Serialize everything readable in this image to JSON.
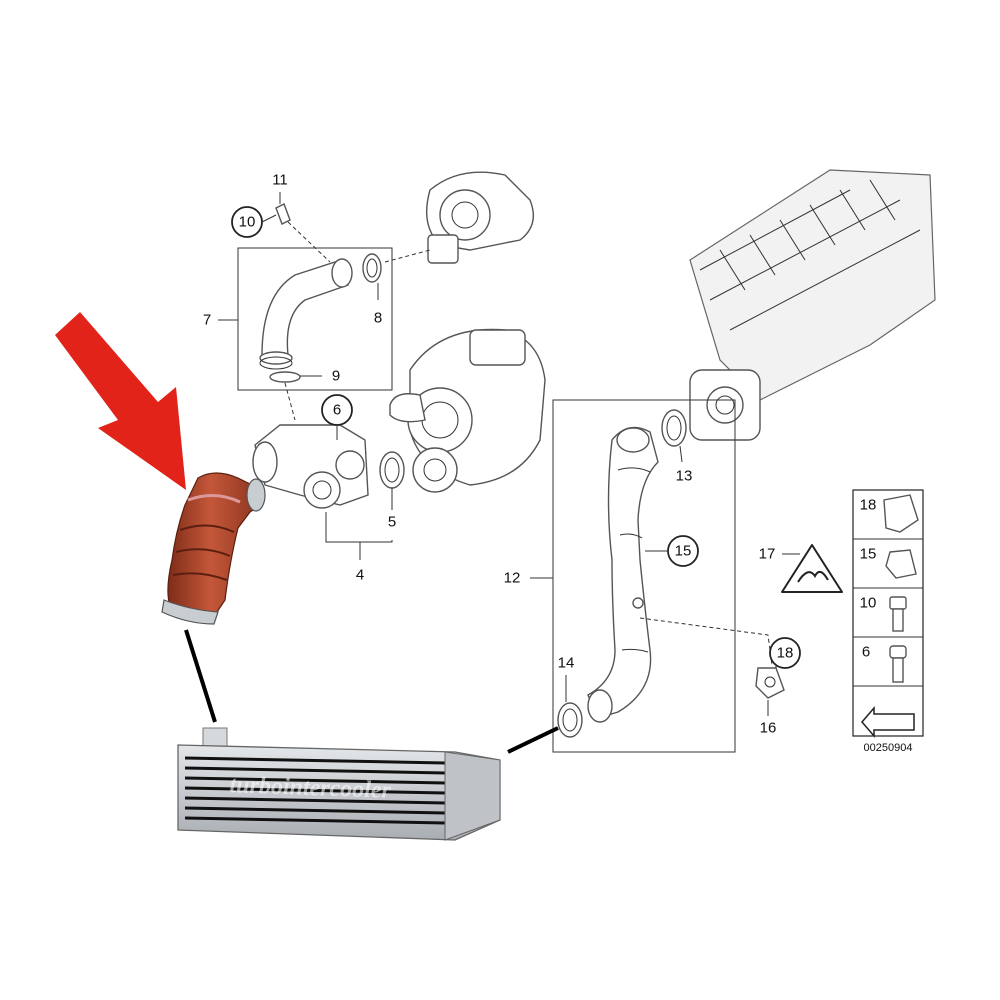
{
  "callouts": {
    "c4": "4",
    "c5": "5",
    "c6": "6",
    "c7": "7",
    "c8": "8",
    "c9": "9",
    "c10": "10",
    "c11": "11",
    "c12": "12",
    "c13": "13",
    "c14": "14",
    "c15": "15",
    "c16": "16",
    "c17": "17",
    "c18": "18"
  },
  "legend": {
    "items": [
      "18",
      "15",
      "10",
      "6"
    ],
    "code": "00250904"
  },
  "watermark": "turbointercooler",
  "colors": {
    "arrow": "#e2231a",
    "hose": "#b6492a",
    "hose_dark": "#7e2c17",
    "intercooler": "#c9cdd1"
  },
  "icons": [
    "warning-triangle-icon",
    "red-arrow-icon"
  ]
}
